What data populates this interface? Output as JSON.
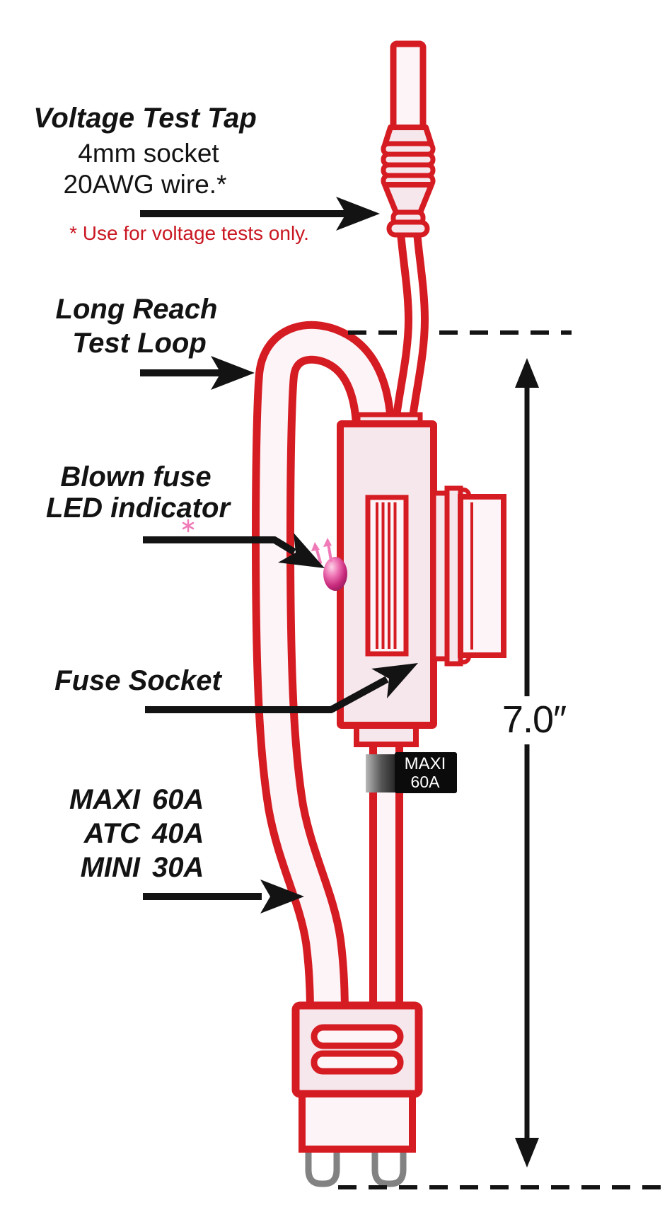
{
  "colors": {
    "outline_red": "#d61c23",
    "body_fill": "#f6e7ec",
    "tube_fill": "#fcf4f7",
    "note_red": "#c91722",
    "annotation_black": "#131313",
    "prong_gray": "#828282",
    "led_pink": "#d6368c",
    "led_ray_pink": "#f07ab8",
    "tag_black": "#0b0b0b",
    "tag_text": "#ffffff"
  },
  "labels": {
    "voltage_test_tap": {
      "title": "Voltage Test Tap",
      "spec_socket": "4mm socket",
      "spec_wire": "20AWG wire.*",
      "note": "* Use for voltage tests only."
    },
    "long_reach_test_loop": {
      "line1": "Long Reach",
      "line2": "Test Loop"
    },
    "blown_fuse_led": {
      "line1": "Blown fuse",
      "line2": "LED indicator"
    },
    "fuse_socket": {
      "label": "Fuse Socket"
    },
    "fuse_sizes": [
      {
        "type": "MAXI",
        "rating": "60A"
      },
      {
        "type": "ATC",
        "rating": "40A"
      },
      {
        "type": "MINI",
        "rating": "30A"
      }
    ],
    "fuse_tag": {
      "line1": "MAXI",
      "line2": "60A"
    },
    "dimension": {
      "length": "7.0″"
    }
  }
}
